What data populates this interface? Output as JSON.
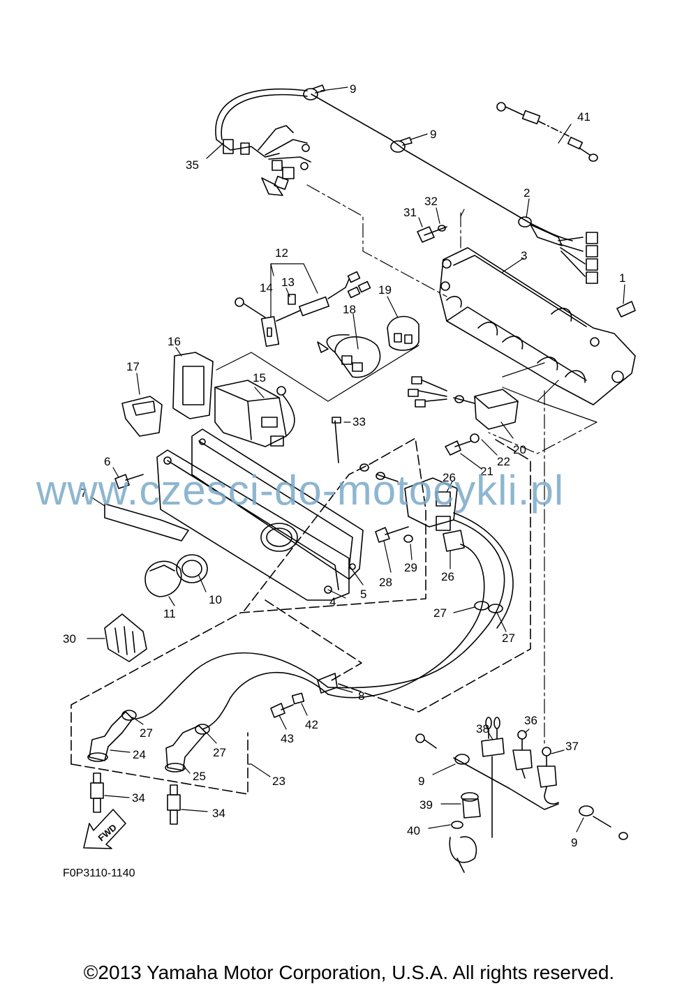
{
  "watermark": "www.czesci-do-motocykli.pl",
  "figure_code": "F0P3110-1140",
  "copyright": "©2013 Yamaha Motor Corporation, U.S.A. All rights reserved.",
  "fwd_label": "FWD",
  "callouts": [
    {
      "label": "9"
    },
    {
      "label": "9"
    },
    {
      "label": "41"
    },
    {
      "label": "35"
    },
    {
      "label": "2"
    },
    {
      "label": "31"
    },
    {
      "label": "32"
    },
    {
      "label": "3"
    },
    {
      "label": "1"
    },
    {
      "label": "12"
    },
    {
      "label": "13"
    },
    {
      "label": "14"
    },
    {
      "label": "18"
    },
    {
      "label": "19"
    },
    {
      "label": "16"
    },
    {
      "label": "17"
    },
    {
      "label": "15"
    },
    {
      "label": "33"
    },
    {
      "label": "20"
    },
    {
      "label": "21"
    },
    {
      "label": "22"
    },
    {
      "label": "6"
    },
    {
      "label": "7"
    },
    {
      "label": "26"
    },
    {
      "label": "26"
    },
    {
      "label": "28"
    },
    {
      "label": "29"
    },
    {
      "label": "5"
    },
    {
      "label": "4"
    },
    {
      "label": "10"
    },
    {
      "label": "11"
    },
    {
      "label": "27"
    },
    {
      "label": "27"
    },
    {
      "label": "30"
    },
    {
      "label": "8"
    },
    {
      "label": "42"
    },
    {
      "label": "43"
    },
    {
      "label": "27"
    },
    {
      "label": "27"
    },
    {
      "label": "24"
    },
    {
      "label": "25"
    },
    {
      "label": "23"
    },
    {
      "label": "34"
    },
    {
      "label": "34"
    },
    {
      "label": "38"
    },
    {
      "label": "36"
    },
    {
      "label": "37"
    },
    {
      "label": "9"
    },
    {
      "label": "39"
    },
    {
      "label": "40"
    },
    {
      "label": "9"
    }
  ]
}
